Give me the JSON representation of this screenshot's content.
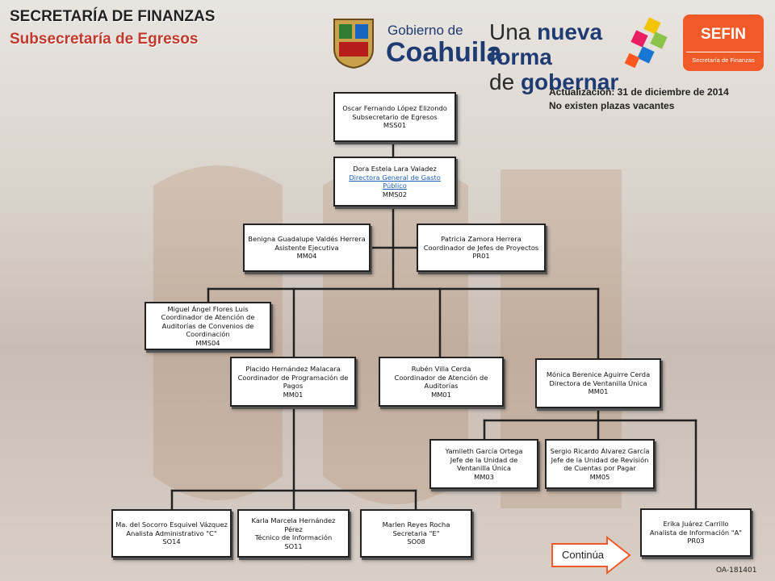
{
  "header": {
    "title": "SECRETARÍA DE FINANZAS",
    "subtitle": "Subsecretaría de Egresos"
  },
  "logos": {
    "gobierno_de": "Gobierno de",
    "coahuila": "Coahuila",
    "slogan_line1a": "Una ",
    "slogan_line1b": "nueva forma",
    "slogan_line2a": "de ",
    "slogan_line2b": "gobernar",
    "sefin": "SEFIN",
    "sefin_sub": "Secretaría de Finanzas"
  },
  "info": {
    "update": "Actualización: 31 de diciembre de 2014",
    "vacancies": "No existen plazas vacantes"
  },
  "boxes": {
    "b1": {
      "name": "Oscar Fernando López Elizondo",
      "role": "Subsecretario de Egresos",
      "code": "MSS01"
    },
    "b2": {
      "name": "Dora Estela Lara Valadez",
      "role": "Directora General de Gasto Público",
      "code": "MMS02"
    },
    "b3": {
      "name": "Benigna Guadalupe Valdés Herrera",
      "role": "Asistente Ejecutiva",
      "code": "MM04"
    },
    "b4": {
      "name": "Patricia Zamora Herrera",
      "role": "Coordinador de Jefes de Proyectos",
      "code": "PR01"
    },
    "b5": {
      "name": "Miguel Ángel Flores Luis",
      "role": "Coordinador de Atención de Auditorías de Convenios de Coordinación",
      "code": "MMS04"
    },
    "b6": {
      "name": "Placido Hernández Malacara",
      "role": "Coordinador de Programación de Pagos",
      "code": "MM01"
    },
    "b7": {
      "name": "Rubén Villa Cerda",
      "role": "Coordinador de Atención de Auditorías",
      "code": "MM01"
    },
    "b8": {
      "name": "Mónica Berenice Aguirre Cerda",
      "role": "Directora de Ventanilla Única",
      "code": "MM01"
    },
    "b9": {
      "name": "Yamileth García Ortega",
      "role": "Jefe de la Unidad de Ventanilla Única",
      "code": "MM03"
    },
    "b10": {
      "name": "Sergio Ricardo Álvarez García",
      "role": "Jefe de la Unidad de Revisión de Cuentas por Pagar",
      "code": "MM05"
    },
    "b11": {
      "name": "Ma. del Socorro Esquivel Vázquez",
      "role": "Analista Administrativo \"C\"",
      "code": "SO14"
    },
    "b12": {
      "name": "Karla Marcela Hernández Pérez",
      "role": "Técnico de Información",
      "code": "SO11"
    },
    "b13": {
      "name": "Marlen Reyes Rocha",
      "role": "Secretaria \"E\"",
      "code": "SO08"
    },
    "b14": {
      "name": "Erika Juárez Carrillo",
      "role": "Analista de Información \"A\"",
      "code": "PR03"
    }
  },
  "footer": {
    "continue_label": "Continúa",
    "doc_code": "OA-181401"
  },
  "colors": {
    "subtitle_red": "#c0392b",
    "sefin_orange": "#f05a28",
    "coahuila_blue": "#1f3b73",
    "link_blue": "#1a5fb4"
  }
}
